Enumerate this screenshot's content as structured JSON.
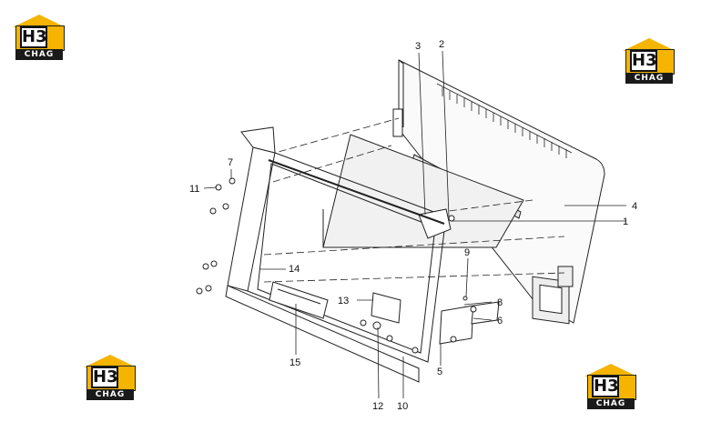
{
  "brand": {
    "mark": "H3",
    "word": "CHAG"
  },
  "callouts": [
    "1",
    "2",
    "3",
    "4",
    "5",
    "6",
    "7",
    "8",
    "9",
    "10",
    "11",
    "12",
    "13",
    "14",
    "15"
  ]
}
